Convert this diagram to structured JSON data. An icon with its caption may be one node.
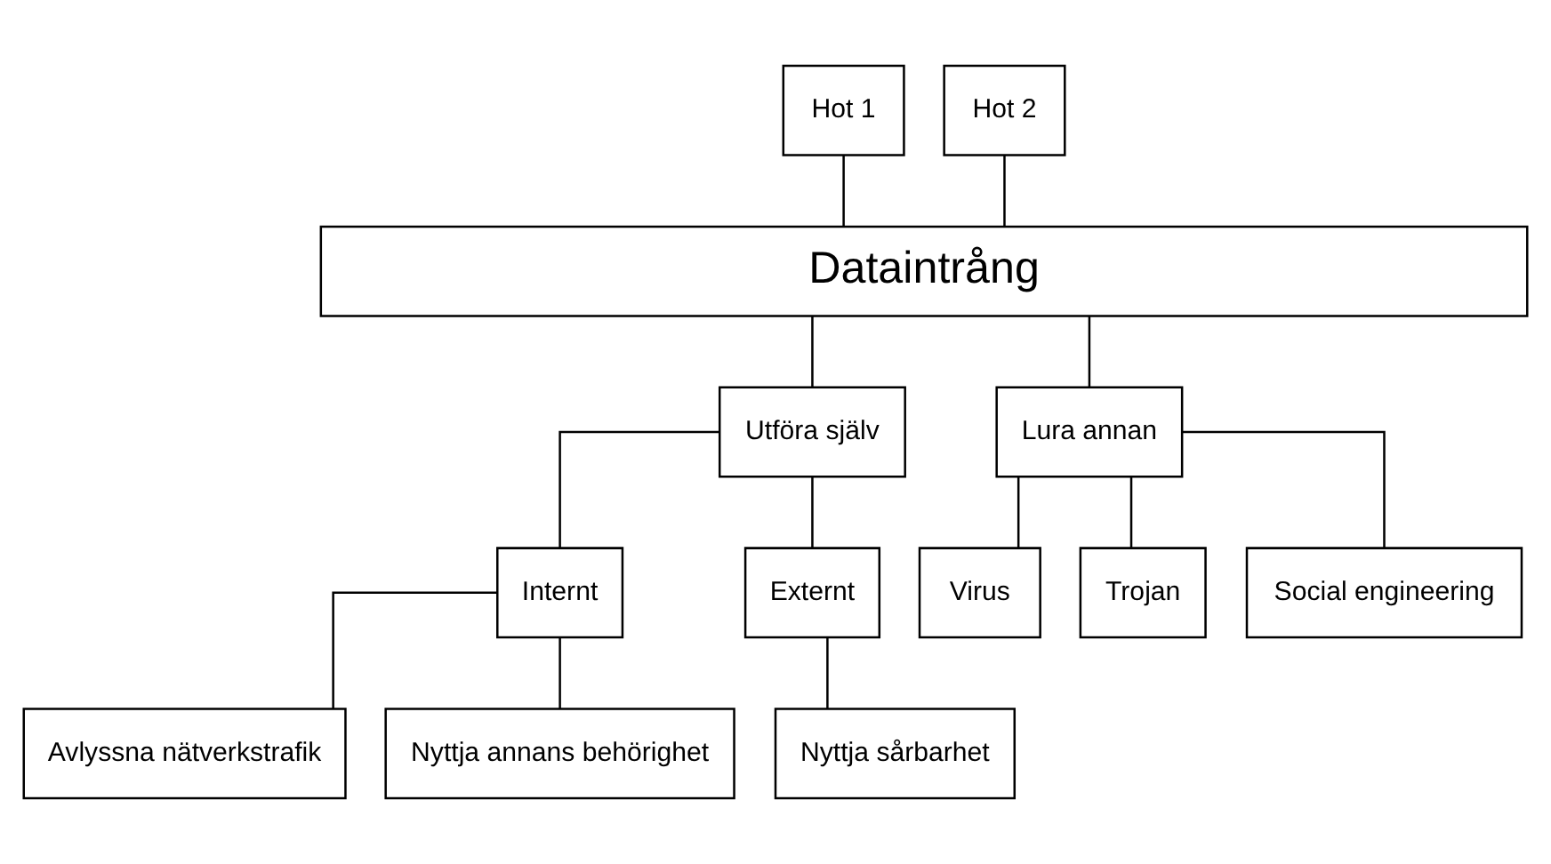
{
  "diagram": {
    "nodes": [
      {
        "text": [
          "Hot 1"
        ]
      },
      {
        "text": [
          "Hot 2"
        ]
      },
      {
        "text": [
          "Dataintrång"
        ]
      },
      {
        "text": [
          "Utföra själv"
        ]
      },
      {
        "text": [
          "Lura annan"
        ]
      },
      {
        "text": [
          "Internt"
        ]
      },
      {
        "text": [
          "Externt"
        ]
      },
      {
        "text": [
          "Virus"
        ]
      },
      {
        "text": [
          "Trojan"
        ]
      },
      {
        "text": [
          "Social engineering"
        ]
      },
      {
        "text": [
          "Avlyssna nätverkstrafik"
        ]
      },
      {
        "text": [
          "Nyttja annans behörighet"
        ]
      },
      {
        "text": [
          "Nyttja sårbarhet"
        ]
      }
    ],
    "edges": [
      {
        "from": 0,
        "to": 2,
        "arrow": "none"
      },
      {
        "from": 1,
        "to": 2,
        "arrow": "none"
      },
      {
        "from": 2,
        "to": 3,
        "arrow": "none"
      },
      {
        "from": 2,
        "to": 4,
        "arrow": "none"
      },
      {
        "from": 3,
        "to": 5,
        "arrow": "none"
      },
      {
        "from": 3,
        "to": 6,
        "arrow": "none"
      },
      {
        "from": 4,
        "to": 7,
        "arrow": "none"
      },
      {
        "from": 4,
        "to": 8,
        "arrow": "none"
      },
      {
        "from": 4,
        "to": 9,
        "arrow": "none"
      },
      {
        "from": 5,
        "to": 10,
        "arrow": "none"
      },
      {
        "from": 5,
        "to": 11,
        "arrow": "none"
      },
      {
        "from": 6,
        "to": 12,
        "arrow": "none"
      }
    ]
  }
}
